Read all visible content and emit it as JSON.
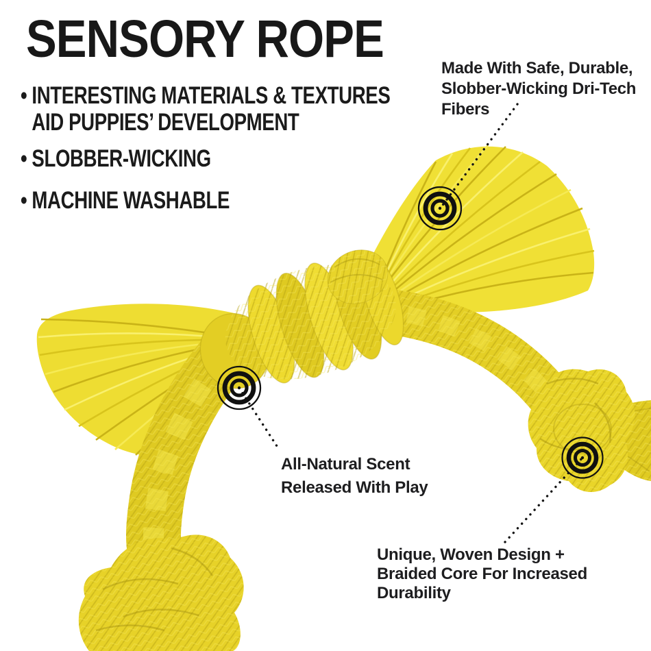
{
  "title": "SENSORY ROPE",
  "features": {
    "bullet_char": "•",
    "item1_line1": "INTERESTING MATERIALS & TEXTURES",
    "item1_line2": "AID PUPPIES’ DEVELOPMENT",
    "item2": "SLOBBER-WICKING",
    "item3": "MACHINE WASHABLE"
  },
  "callouts": {
    "fibers": {
      "line1": "Made With Safe, Durable,",
      "line2": "Slobber-Wicking Dri-Tech",
      "line3": "Fibers"
    },
    "scent": {
      "line1": "All-Natural Scent",
      "line2": "Released With Play"
    },
    "durability": {
      "line1": "Unique, Woven Design +",
      "line2": "Braided Core For Increased",
      "line3": "Durability"
    }
  },
  "product": {
    "name": "Sensory Rope puppy toy",
    "rope_color": "#e8d42a",
    "rope_highlight": "#f9f06e",
    "rope_shadow": "#a9960f"
  },
  "colors": {
    "background": "#ffffff",
    "heading_text": "#181818",
    "callout_text": "#1d1d1f",
    "marker": "#101010"
  }
}
